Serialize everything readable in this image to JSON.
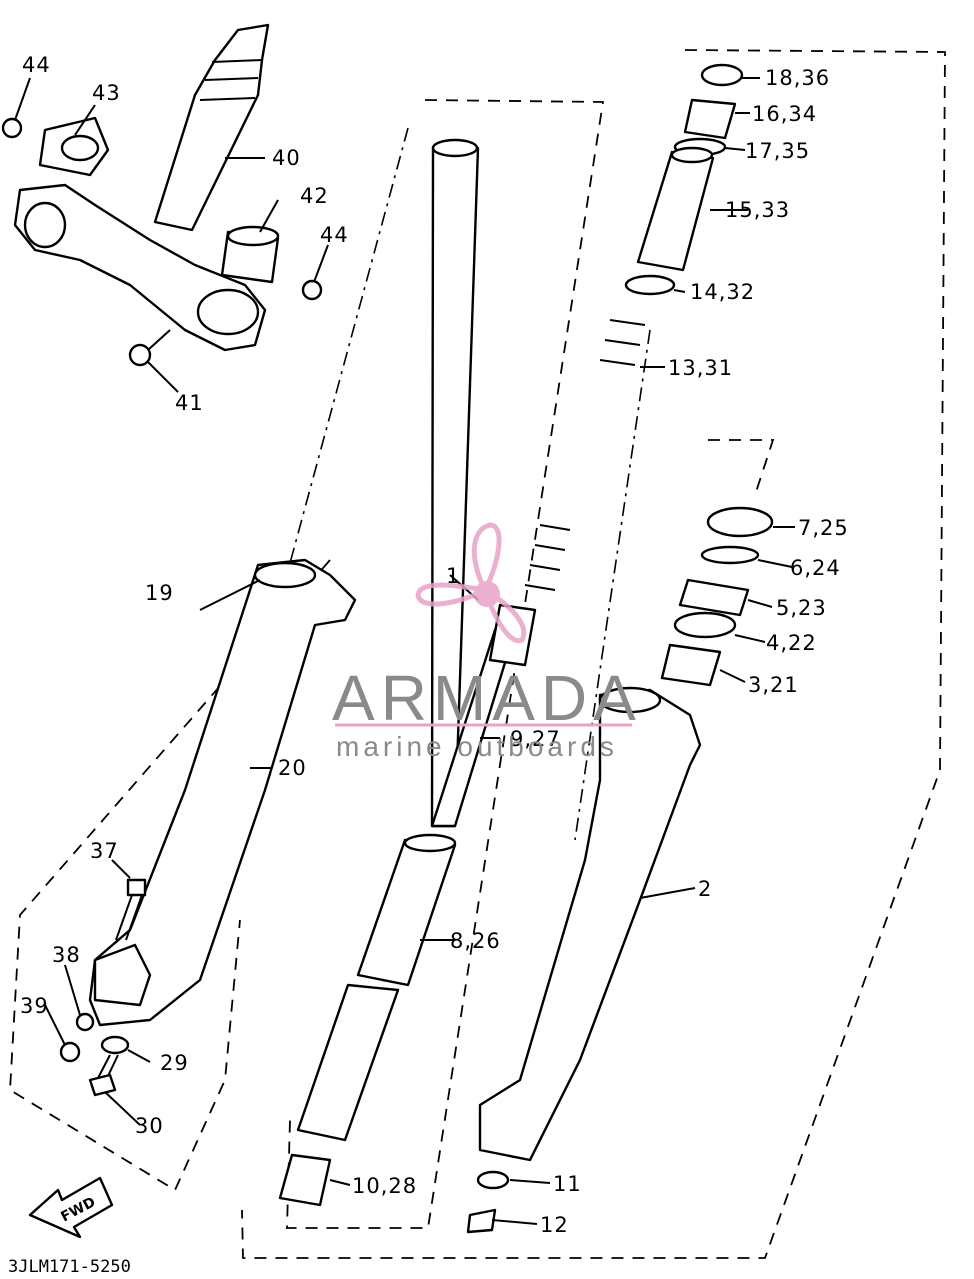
{
  "diagram": {
    "labels": {
      "p44a": "44",
      "p43": "43",
      "p40": "40",
      "p42": "42",
      "p44b": "44",
      "p41": "41",
      "p19": "19",
      "p20": "20",
      "p37": "37",
      "p38": "38",
      "p39": "39",
      "p29": "29",
      "p30": "30",
      "p1": "1",
      "p9_27": "9,27",
      "p8_26": "8,26",
      "p10_28": "10,28",
      "p18_36": "18,36",
      "p16_34": "16,34",
      "p17_35": "17,35",
      "p15_33": "15,33",
      "p14_32": "14,32",
      "p13_31": "13,31",
      "p7_25": "7,25",
      "p6_24": "6,24",
      "p5_23": "5,23",
      "p4_22": "4,22",
      "p3_21": "3,21",
      "p2": "2",
      "p11": "11",
      "p12": "12"
    },
    "fwd_arrow": "FWD",
    "drawing_code": "3JLM171-5250"
  },
  "watermark": {
    "brand": "ARMADA",
    "tagline": "marine outboards",
    "color_gray": "#8a8a8a",
    "color_pink": "#e8a3c7"
  }
}
